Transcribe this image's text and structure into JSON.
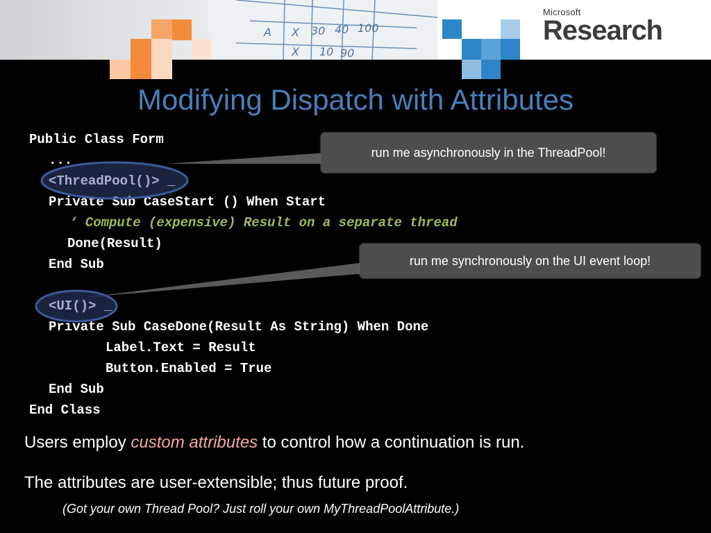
{
  "logo": {
    "company": "Microsoft",
    "division": "Research"
  },
  "title": "Modifying Dispatch with Attributes",
  "code_lines": [
    "Public Class Form",
    "...",
    "<ThreadPool()> _",
    "Private Sub CaseStart () When Start",
    "‘ Compute (expensive) Result on a separate thread",
    "Done(Result)",
    "End Sub",
    "<UI()> _",
    "Private Sub CaseDone(Result As String) When Done",
    "Label.Text = Result",
    "Button.Enabled = True",
    "End Sub",
    "End Class"
  ],
  "callouts": {
    "threadpool": "run me asynchronously in the ThreadPool!",
    "ui": "run me synchronously on the UI event  loop!"
  },
  "bullets": {
    "line1_before": "Users employ ",
    "line1_emphasis": "custom attributes",
    "line1_after": " to control how a continuation is run.",
    "line2": "The attributes are user-extensible; thus future proof.",
    "note": "(Got your own Thread Pool? Just roll your own MyThreadPoolAttribute.)"
  },
  "colors": {
    "title": "#4a7ebb",
    "comment": "#9bbb59",
    "emphasis": "#f4a9a0",
    "callout_bg": "#4d4d4d",
    "orange": "#f28a3c",
    "blue": "#2e86c9"
  }
}
